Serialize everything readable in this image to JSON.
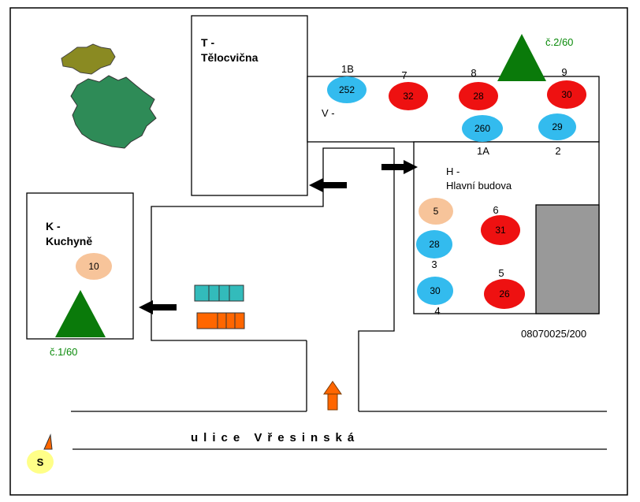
{
  "buildings": {
    "telocvicna": {
      "code": "T -",
      "name": "Tělocvična"
    },
    "kuchyne": {
      "code": "K -",
      "name": "Kuchyně"
    },
    "hlavni": {
      "code": "H -",
      "name": "Hlavní budova"
    },
    "corridor": {
      "code": "V -"
    }
  },
  "trees": {
    "tree_1": {
      "label": "č.1/60"
    },
    "tree_2": {
      "label": "č.2/60"
    }
  },
  "markers": [
    {
      "id": "1B",
      "value": "252",
      "color": "#33bbee"
    },
    {
      "id": "7",
      "value": "32",
      "color": "#ee1111"
    },
    {
      "id": "8",
      "value": "28",
      "color": "#ee1111"
    },
    {
      "id": "9",
      "value": "30",
      "color": "#ee1111"
    },
    {
      "id": "1A",
      "value": "260",
      "color": "#33bbee"
    },
    {
      "id": "2",
      "value": "29",
      "color": "#33bbee"
    },
    {
      "id": "5",
      "value": "5",
      "color": "#f7c49a"
    },
    {
      "id": "6",
      "value": "31",
      "color": "#ee1111"
    },
    {
      "id": "3",
      "value": "28",
      "color": "#33bbee"
    },
    {
      "id": "4",
      "value": "30",
      "color": "#33bbee"
    },
    {
      "id": "5",
      "value": "26",
      "color": "#ee1111"
    },
    {
      "id": "",
      "value": "10",
      "color": "#f7c49a"
    }
  ],
  "code_label": "08070025/200",
  "street": "ulice Vřesinská",
  "north": {
    "label": "S"
  },
  "colors": {
    "red": "#ee1111",
    "blue": "#33bbee",
    "peach": "#f7c49a",
    "tree_green": "#0a7a0a",
    "green_text": "#0a8a0a",
    "arrow_orange": "#ff6600",
    "teal": "#33bbbb",
    "gray_block": "#999999"
  }
}
